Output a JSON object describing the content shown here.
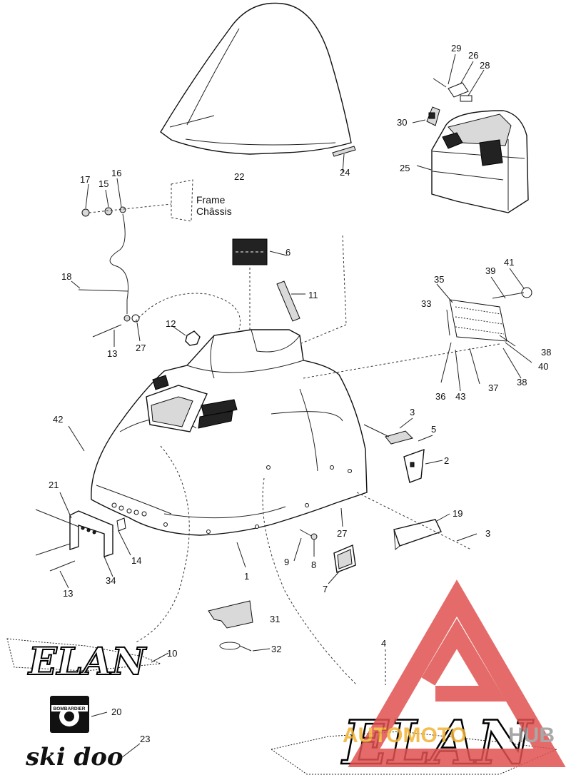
{
  "frame_label": "Frame",
  "chassis_label": "Châssis",
  "callouts": [
    "1",
    "2",
    "3",
    "3",
    "3",
    "4",
    "5",
    "6",
    "7",
    "8",
    "9",
    "10",
    "11",
    "12",
    "13",
    "13",
    "14",
    "15",
    "16",
    "17",
    "18",
    "19",
    "20",
    "21",
    "22",
    "23",
    "24",
    "25",
    "26",
    "27",
    "27",
    "28",
    "29",
    "30",
    "31",
    "32",
    "33",
    "34",
    "35",
    "36",
    "37",
    "38",
    "38",
    "39",
    "40",
    "41",
    "42",
    "43"
  ],
  "decal_elan": "ELAN",
  "decal_skidoo": "ski doo",
  "decal_bombardier": "BOMBARDIER",
  "watermark": {
    "text_a": "AUTOMOTO",
    "text_b": "HUB",
    "color_a": "#f2b233",
    "color_b": "#9a9a9a",
    "triangle_color": "#e0524f"
  }
}
